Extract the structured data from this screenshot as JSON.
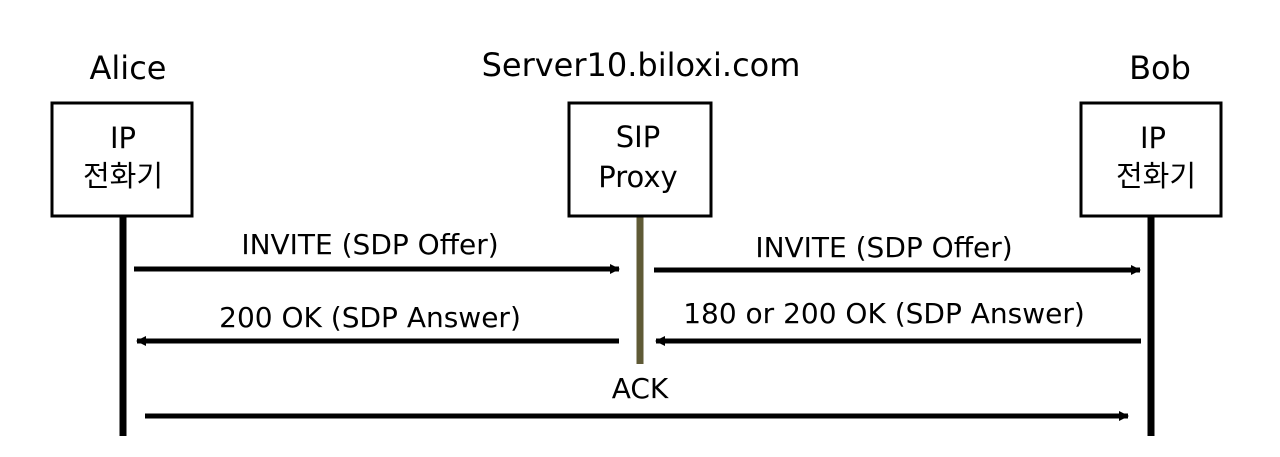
{
  "parties": [
    {
      "name": "Alice",
      "box_lines": [
        "IP",
        "전화기"
      ]
    },
    {
      "name": "Server10.biloxi.com",
      "box_lines": [
        "SIP",
        "Proxy"
      ]
    },
    {
      "name": "Bob",
      "box_lines": [
        "IP",
        "전화기"
      ]
    }
  ],
  "messages": [
    {
      "label": "INVITE (SDP Offer)",
      "from": "Alice",
      "to": "Server10.biloxi.com"
    },
    {
      "label": "INVITE (SDP Offer)",
      "from": "Server10.biloxi.com",
      "to": "Bob"
    },
    {
      "label": "200 OK (SDP Answer)",
      "from": "Server10.biloxi.com",
      "to": "Alice"
    },
    {
      "label": "180 or 200 OK (SDP Answer)",
      "from": "Bob",
      "to": "Server10.biloxi.com"
    },
    {
      "label": "ACK",
      "from": "Alice",
      "to": "Bob"
    }
  ],
  "colors": {
    "line": "#000000",
    "proxy_lifeline": "#5f5a36"
  }
}
